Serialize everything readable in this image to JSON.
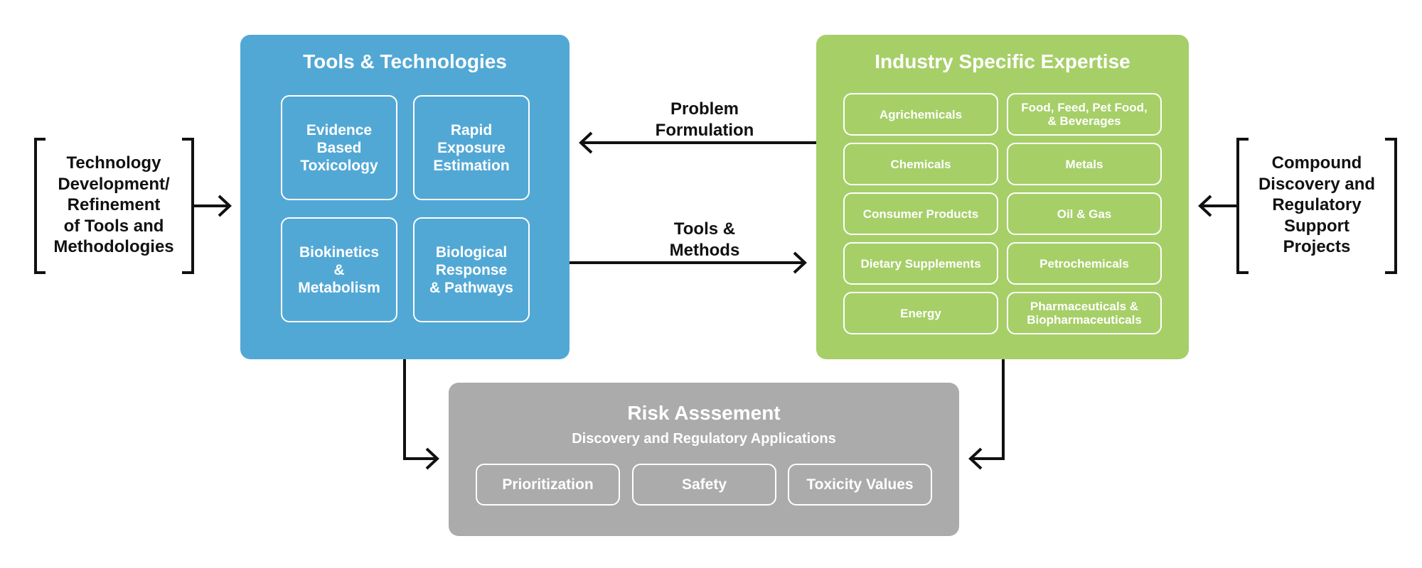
{
  "tools_panel": {
    "title": "Tools & Technologies",
    "items": [
      "Evidence\nBased\nToxicology",
      "Rapid\nExposure\nEstimation",
      "Biokinetics\n&\nMetabolism",
      "Biological\nResponse\n& Pathways"
    ],
    "color": "#52a8d5"
  },
  "industry_panel": {
    "title": "Industry Specific Expertise",
    "items": [
      "Agrichemicals",
      "Food, Feed, Pet Food,\n& Beverages",
      "Chemicals",
      "Metals",
      "Consumer Products",
      "Oil & Gas",
      "Dietary Supplements",
      "Petrochemicals",
      "Energy",
      "Pharmaceuticals &\nBiopharmaceuticals"
    ],
    "color": "#a6cf68"
  },
  "risk_panel": {
    "title": "Risk Asssement",
    "subtitle": "Discovery and Regulatory Applications",
    "items": [
      "Prioritization",
      "Safety",
      "Toxicity Values"
    ],
    "color": "#ababab"
  },
  "left_label": "Technology\nDevelopment/\nRefinement\nof Tools and\nMethodologies",
  "right_label": "Compound\nDiscovery and\nRegulatory\nSupport\nProjects",
  "flows": {
    "problem_formulation": "Problem\nFormulation",
    "tools_methods": "Tools &\nMethods"
  }
}
